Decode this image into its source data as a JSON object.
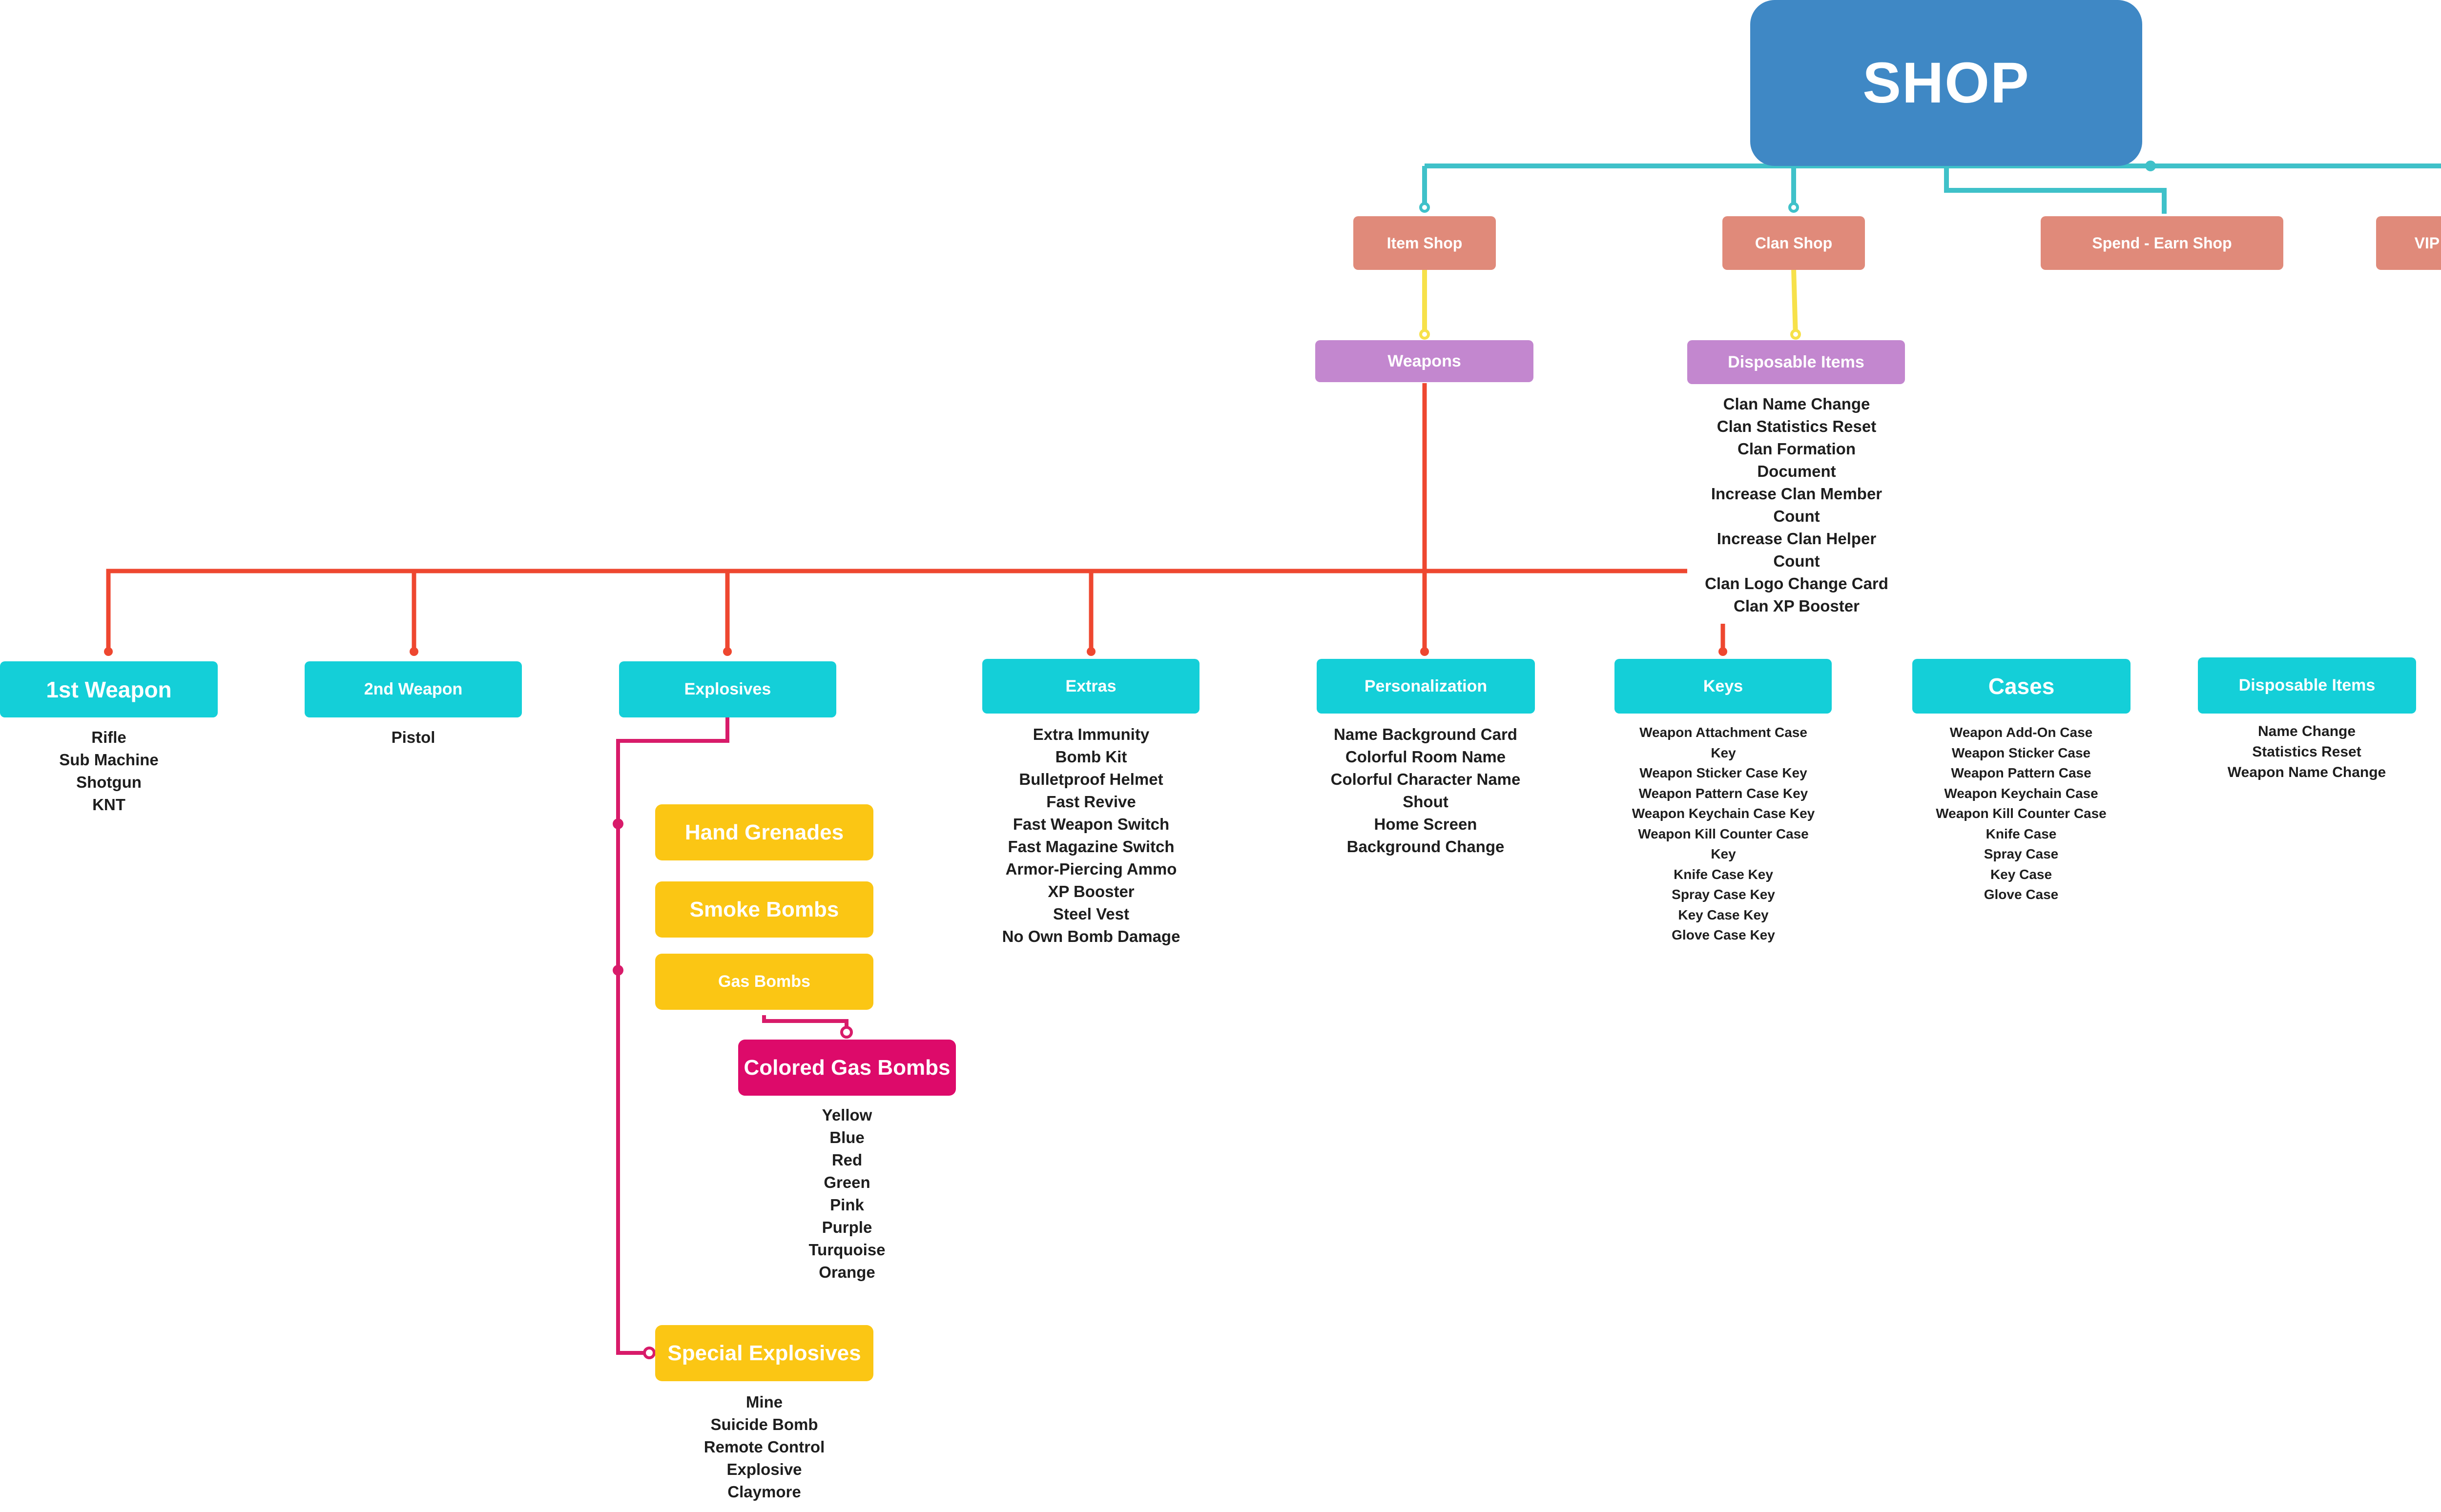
{
  "root": {
    "label": "SHOP"
  },
  "shops": {
    "item_shop": "Item Shop",
    "clan_shop": "Clan Shop",
    "spend_earn_shop": "Spend - Earn Shop",
    "vip_shop": "VIP Shop"
  },
  "weapons": {
    "label": "Weapons"
  },
  "clan_disposable": {
    "label": "Disposable Items",
    "items": [
      "Clan Name Change",
      "Clan Statistics Reset",
      "Clan Formation",
      "Document",
      "Increase Clan Member",
      "Count",
      "Increase Clan Helper",
      "Count",
      "Clan Logo Change Card",
      "Clan XP Booster"
    ]
  },
  "categories": {
    "first_weapon": {
      "label": "1st Weapon",
      "items": [
        "Rifle",
        "Sub Machine",
        "Shotgun",
        "KNT"
      ]
    },
    "second_weapon": {
      "label": "2nd Weapon",
      "items": [
        "Pistol"
      ]
    },
    "explosives": {
      "label": "Explosives"
    },
    "extras": {
      "label": "Extras",
      "items": [
        "Extra Immunity",
        "Bomb Kit",
        "Bulletproof Helmet",
        "Fast Revive",
        "Fast Weapon Switch",
        "Fast Magazine Switch",
        "Armor-Piercing Ammo",
        "XP Booster",
        "Steel Vest",
        "No Own Bomb Damage"
      ]
    },
    "personalization": {
      "label": "Personalization",
      "items": [
        "Name Background Card",
        "Colorful Room Name",
        "Colorful Character Name",
        "Shout",
        "Home Screen",
        "Background Change"
      ]
    },
    "keys": {
      "label": "Keys",
      "items": [
        "Weapon Attachment Case",
        "Key",
        "Weapon Sticker Case Key",
        "Weapon Pattern Case Key",
        "Weapon Keychain Case Key",
        "Weapon Kill Counter Case",
        "Key",
        "Knife Case Key",
        "Spray Case Key",
        "Key Case Key",
        "Glove Case Key"
      ]
    },
    "cases": {
      "label": "Cases",
      "items": [
        "Weapon Add-On Case",
        "Weapon Sticker Case",
        "Weapon Pattern Case",
        "Weapon Keychain Case",
        "Weapon Kill Counter Case",
        "Knife Case",
        "Spray Case",
        "Key Case",
        "Glove Case"
      ]
    },
    "disposable_items": {
      "label": "Disposable Items",
      "items": [
        "Name Change",
        "Statistics Reset",
        "Weapon Name Change"
      ]
    }
  },
  "explosive_types": {
    "hand_grenades": "Hand Grenades",
    "smoke_bombs": "Smoke Bombs",
    "gas_bombs": "Gas Bombs",
    "colored_gas_bombs": {
      "label": "Colored Gas Bombs",
      "items": [
        "Yellow",
        "Blue",
        "Red",
        "Green",
        "Pink",
        "Purple",
        "Turquoise",
        "Orange"
      ]
    },
    "special_explosives": {
      "label": "Special Explosives",
      "items": [
        "Mine",
        "Suicide Bomb",
        "Remote Control",
        "Explosive",
        "Claymore"
      ]
    }
  },
  "colors": {
    "root": "#3f88c5",
    "shop_node": "#e08a7a",
    "group_node": "#c387cf",
    "category_node": "#14cfd8",
    "explosive_node": "#fbc614",
    "colored_gas_node": "#dd0a6a",
    "connector_teal": "#3fc1c9",
    "connector_yellow": "#f7e14a",
    "connector_red": "#ee4730",
    "connector_magenta": "#d81b6a"
  }
}
